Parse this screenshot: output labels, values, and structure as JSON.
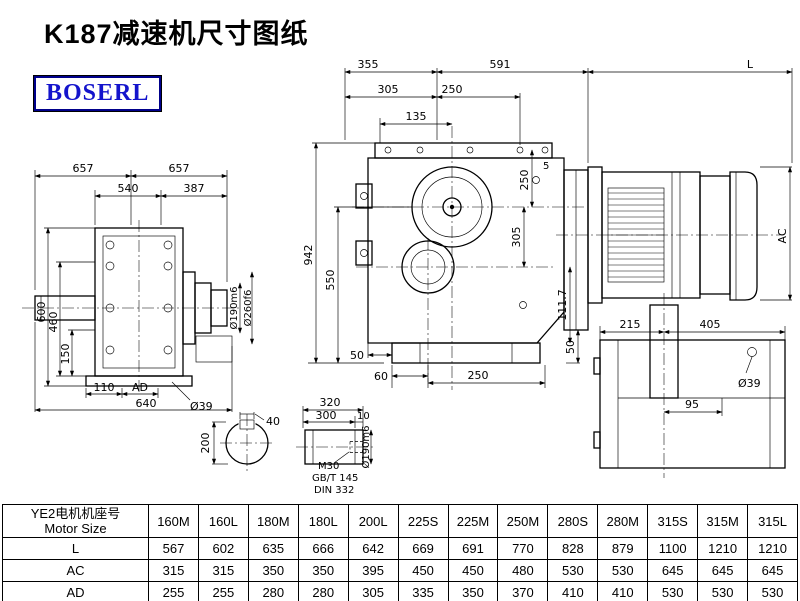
{
  "page": {
    "title": "K187减速机尺寸图纸",
    "logo": "BOSERL"
  },
  "views": {
    "left": {
      "dims": {
        "top_left": "657",
        "top_right": "657",
        "mid_left": "540",
        "mid_right": "387",
        "h600": "600",
        "h460": "460",
        "h150": "150",
        "b110": "110",
        "bAD": "AD",
        "b640": "640",
        "phi39": "Ø39",
        "phi190": "Ø190m6",
        "phi260": "Ø260f6"
      }
    },
    "front": {
      "dims": {
        "t355": "355",
        "t591": "591",
        "t305": "305",
        "t250": "250",
        "t135": "135",
        "v250": "250",
        "v5": "5",
        "v305": "305",
        "v550": "550",
        "v942": "942",
        "v1117": "111.7",
        "b50l": "50",
        "b60": "60",
        "b250": "250",
        "v50r": "50"
      }
    },
    "right": {
      "dims": {
        "L": "L",
        "AC": "AC",
        "d215": "215",
        "d405": "405",
        "d95": "95",
        "phi39": "Ø39"
      }
    },
    "shaft_section": {
      "dims": {
        "d40": "40",
        "d200": "200"
      }
    },
    "shaft_side": {
      "dims": {
        "d320": "320",
        "d300": "300",
        "d10": "10",
        "phi190": "Ø190m6"
      },
      "notes": {
        "m30": "M30",
        "gbt": "GB/T 145",
        "din": "DIN 332"
      }
    }
  },
  "table": {
    "header_cn": "YE2电机机座号",
    "header_en": "Motor Size",
    "sizes": [
      "160M",
      "160L",
      "180M",
      "180L",
      "200L",
      "225S",
      "225M",
      "250M",
      "280S",
      "280M",
      "315S",
      "315M",
      "315L"
    ],
    "rows": [
      {
        "label": "L",
        "values": [
          "567",
          "602",
          "635",
          "666",
          "642",
          "669",
          "691",
          "770",
          "828",
          "879",
          "1100",
          "1210",
          "1210"
        ]
      },
      {
        "label": "AC",
        "values": [
          "315",
          "315",
          "350",
          "350",
          "395",
          "450",
          "450",
          "480",
          "530",
          "530",
          "645",
          "645",
          "645"
        ]
      },
      {
        "label": "AD",
        "values": [
          "255",
          "255",
          "280",
          "280",
          "305",
          "335",
          "350",
          "370",
          "410",
          "410",
          "530",
          "530",
          "530"
        ]
      }
    ]
  }
}
